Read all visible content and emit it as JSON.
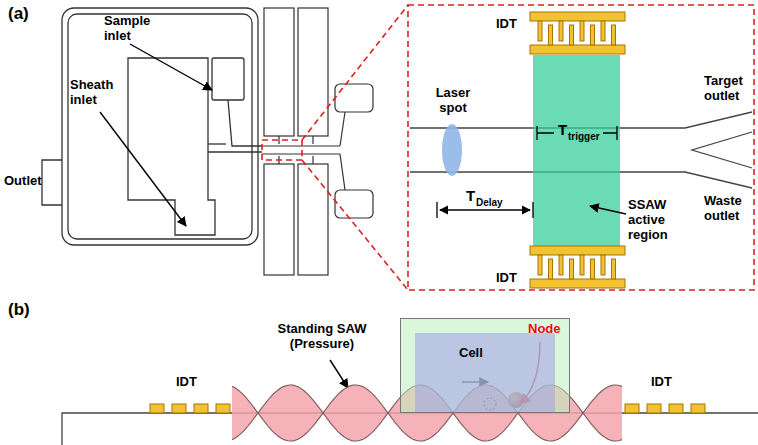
{
  "diagram": {
    "nodes": [
      {
        "text": [
          "IDT"
        ]
      },
      {
        "text": [
          "IDT"
        ]
      },
      {
        "text": [
          "IDT"
        ]
      },
      {
        "text": [
          "IDT"
        ]
      },
      {
        "text": [
          "Cell"
        ]
      }
    ],
    "labels": [
      "(a)",
      "Sample inlet",
      "Sheath inlet",
      "Outlet",
      "Laser spot",
      "T",
      "trigger",
      "T",
      "Delay",
      "Target outlet",
      "Waste outlet",
      "SSAW active region",
      "(b)",
      "Standing SAW (Pressure)",
      "Node"
    ]
  }
}
